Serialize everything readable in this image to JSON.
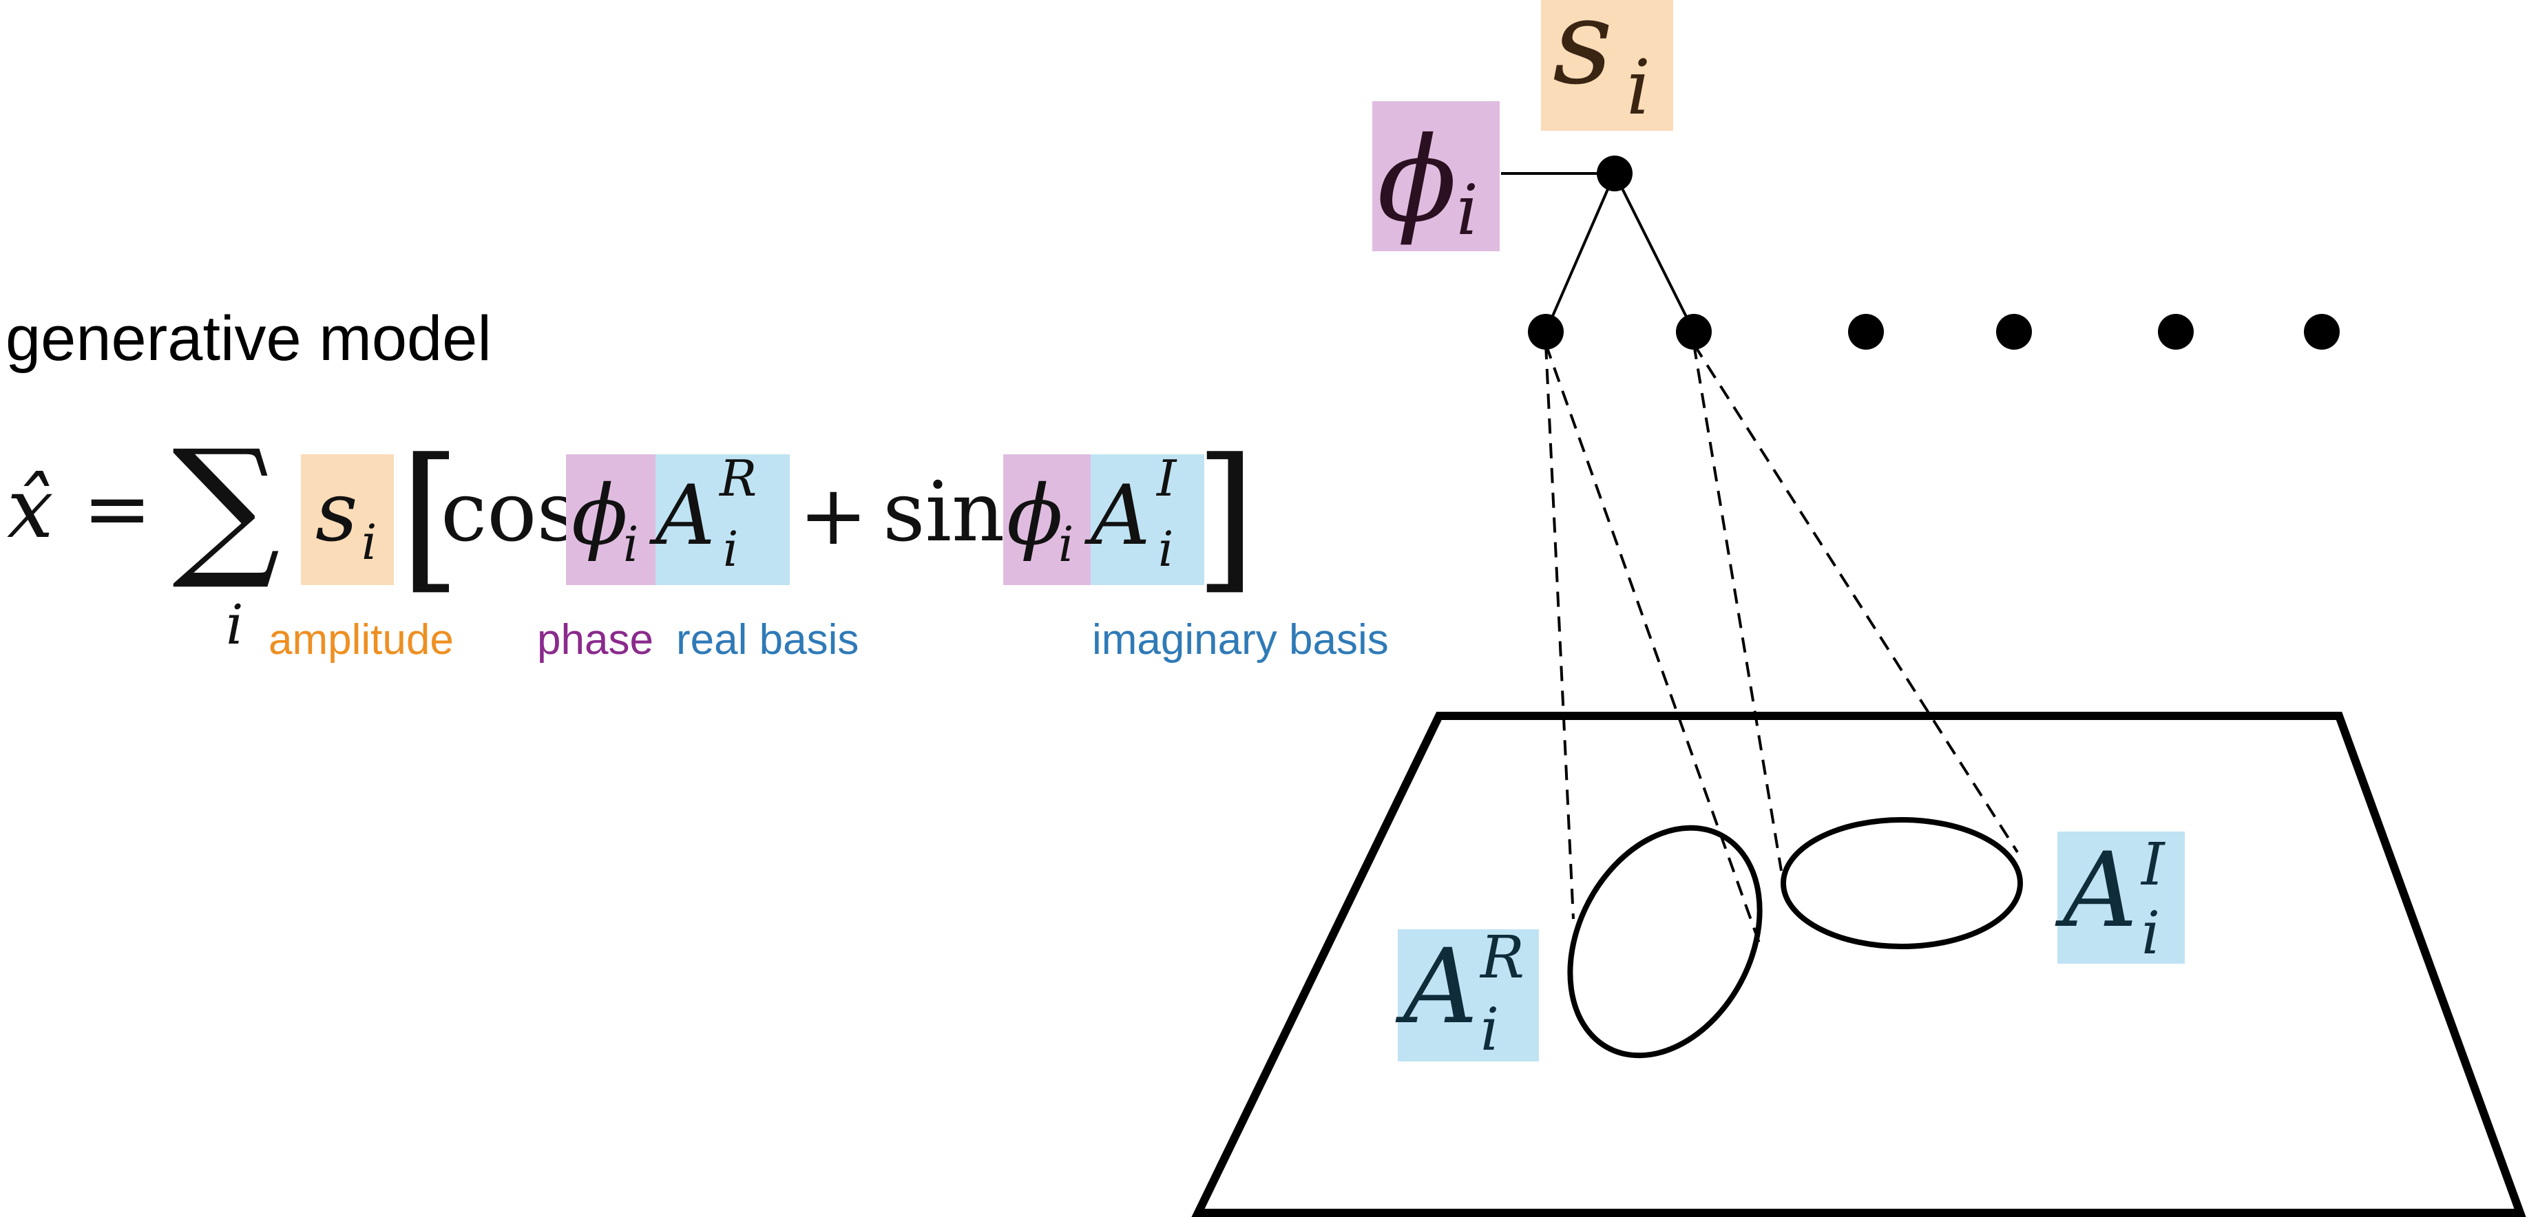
{
  "title": "generative model",
  "equation": {
    "lhs": "x̂",
    "equals": "=",
    "sum_symbol": "∑",
    "sum_index": "i",
    "amplitude_var": "s",
    "phase_var": "ϕ",
    "basis_var": "A",
    "subscript": "i",
    "real_sup": "R",
    "imag_sup": "I",
    "cos": "cos",
    "sin": "sin",
    "plus": "+",
    "open_bracket": "[",
    "close_bracket": "]"
  },
  "labels": {
    "amplitude": "amplitude",
    "phase": "phase",
    "real_basis": "real basis",
    "imaginary_basis": "imaginary basis"
  },
  "diagram": {
    "top_amplitude_var": "s",
    "top_phase_var": "ϕ",
    "basis_var": "A",
    "subscript": "i",
    "real_sup": "R",
    "imag_sup": "I",
    "extra_node_count": 4
  },
  "colors": {
    "amplitude": "#fbdcb8",
    "phase": "#dfbcdf",
    "basis": "#bfe3f3",
    "amplitude_text": "#ee8f22",
    "phase_text": "#8a2a8c",
    "basis_text": "#2f7ab7",
    "ink": "#000000",
    "math_ink": "#2a1810"
  }
}
